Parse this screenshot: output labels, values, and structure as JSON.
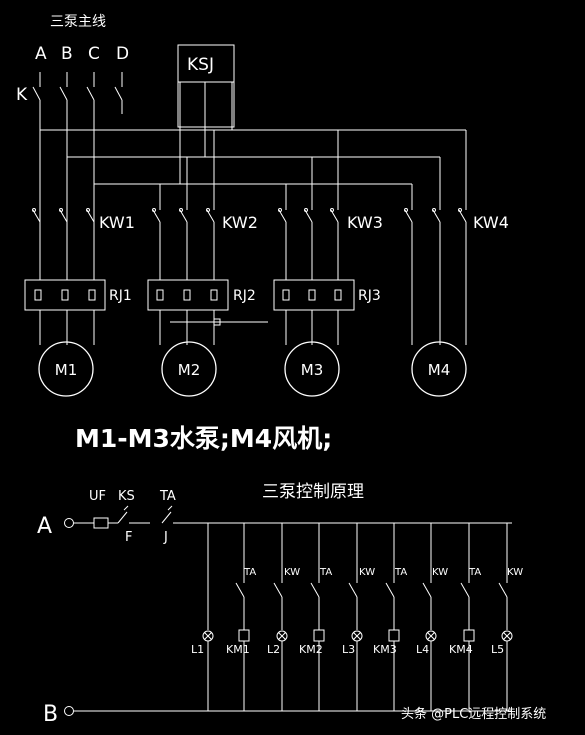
{
  "top": {
    "title": "三泵主线",
    "phases": [
      "A",
      "B",
      "C",
      "D"
    ],
    "switch_label": "K",
    "ksj_label": "KSJ",
    "contactors": [
      "KW1",
      "KW2",
      "KW3",
      "KW4"
    ],
    "relays": [
      "RJ1",
      "RJ2",
      "RJ3"
    ],
    "motors": [
      "M1",
      "M2",
      "M3",
      "M4"
    ],
    "caption": "M1-M3水泵;M4风机;"
  },
  "bottom": {
    "title": "三泵控制原理",
    "node_a": "A",
    "node_b": "B",
    "uf_label": "UF",
    "ks_label": "KS",
    "ks_sub": "F",
    "ta_label": "TA",
    "ta_sub": "J",
    "contact_labels": [
      "TA",
      "KW",
      "TA",
      "KW",
      "TA",
      "KW",
      "TA",
      "KW"
    ],
    "load_labels": [
      "L1",
      "KM1",
      "L2",
      "KM2",
      "L3",
      "KM3",
      "L4",
      "KM4",
      "L5"
    ]
  },
  "watermark": "头条 @PLC远程控制系统"
}
